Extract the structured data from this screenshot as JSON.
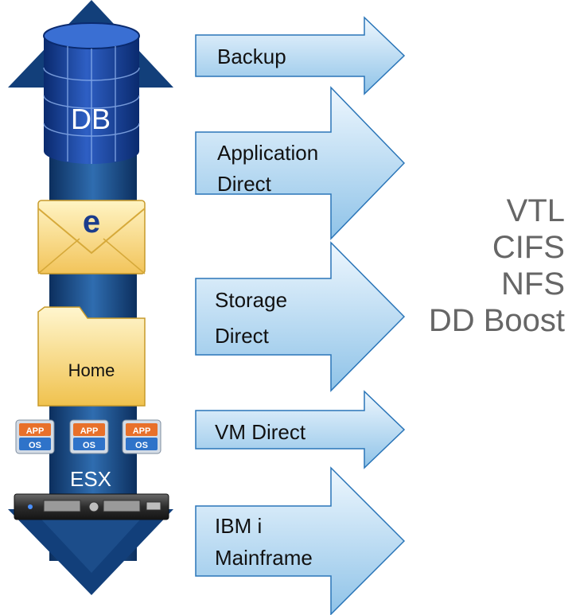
{
  "left_column": {
    "db_label": "DB",
    "email_icon_letter": "e",
    "folder_label": "Home",
    "vm_icons": [
      {
        "top": "APP",
        "bottom": "OS"
      },
      {
        "top": "APP",
        "bottom": "OS"
      },
      {
        "top": "APP",
        "bottom": "OS"
      }
    ],
    "host_label": "ESX"
  },
  "arrows": [
    {
      "lines": [
        "Backup"
      ]
    },
    {
      "lines": [
        "Application",
        "Direct"
      ]
    },
    {
      "lines": [
        "Storage",
        "Direct"
      ]
    },
    {
      "lines": [
        "VM Direct"
      ]
    },
    {
      "lines": [
        "IBM i",
        "Mainframe"
      ]
    }
  ],
  "protocols": [
    "VTL",
    "CIFS",
    "NFS",
    "DD Boost"
  ],
  "colors": {
    "shaft": "#123f7a",
    "shaft_highlight": "#2f6db0",
    "arrow_fill_light": "#e8f4fd",
    "arrow_fill_dark": "#8fc3e8",
    "arrow_stroke": "#2a75b8",
    "protocol_text": "#666666"
  }
}
